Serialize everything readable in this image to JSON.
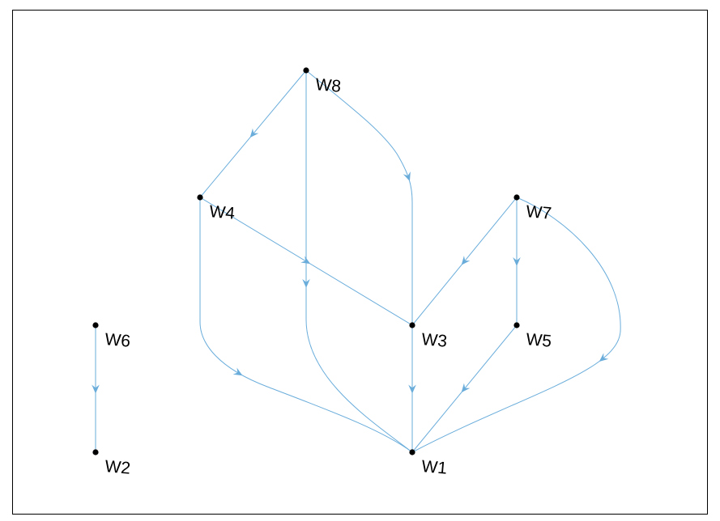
{
  "colors": {
    "edge": "#6aaddb",
    "node": "#000000",
    "frame": "#000000",
    "background": "#ffffff"
  },
  "graph": {
    "nodes": [
      {
        "id": "W8",
        "label": "W8"
      },
      {
        "id": "W4",
        "label": "W4"
      },
      {
        "id": "W7",
        "label": "W7"
      },
      {
        "id": "W6",
        "label": "W6"
      },
      {
        "id": "W3",
        "label": "W3"
      },
      {
        "id": "W5",
        "label": "W5"
      },
      {
        "id": "W2",
        "label": "W2"
      },
      {
        "id": "W1",
        "label": "W1"
      }
    ],
    "edges": [
      {
        "from": "W8",
        "to": "W4"
      },
      {
        "from": "W8",
        "to": "W1"
      },
      {
        "from": "W8",
        "to": "W3"
      },
      {
        "from": "W4",
        "to": "W3"
      },
      {
        "from": "W4",
        "to": "W1"
      },
      {
        "from": "W7",
        "to": "W3"
      },
      {
        "from": "W7",
        "to": "W5"
      },
      {
        "from": "W7",
        "to": "W1"
      },
      {
        "from": "W3",
        "to": "W1"
      },
      {
        "from": "W5",
        "to": "W1"
      },
      {
        "from": "W6",
        "to": "W2"
      }
    ]
  }
}
